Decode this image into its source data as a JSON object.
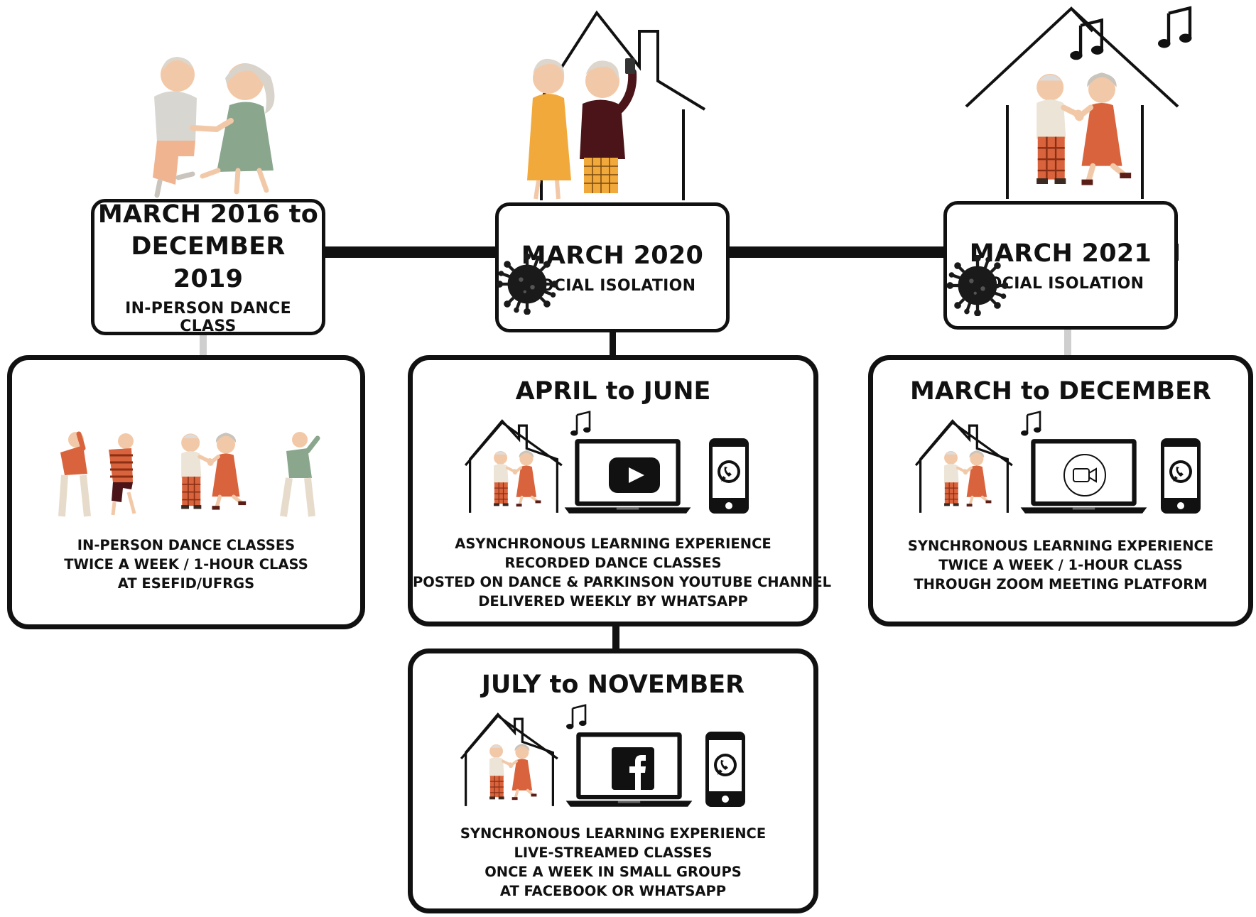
{
  "timeline": [
    {
      "title_lines": [
        "MARCH 2016  to",
        "DECEMBER 2019"
      ],
      "subtitle": "IN-PERSON DANCE CLASS"
    },
    {
      "title_lines": [
        "MARCH 2020"
      ],
      "subtitle": "SOCIAL ISOLATION"
    },
    {
      "title_lines": [
        "MARCH 2021"
      ],
      "subtitle": "SOCIAL ISOLATION"
    }
  ],
  "phases": [
    {
      "title": "",
      "lines": [
        "IN-PERSON DANCE CLASSES",
        "TWICE A WEEK / 1-HOUR CLASS",
        "AT ESEFID/UFRGS"
      ]
    },
    {
      "title": "APRIL  to JUNE",
      "platform_icon": "youtube-play-icon",
      "lines": [
        "ASYNCHRONOUS LEARNING EXPERIENCE",
        "RECORDED DANCE CLASSES",
        "POSTED ON DANCE & PARKINSON YOUTUBE CHANNEL",
        "DELIVERED WEEKLY BY WHATSAPP"
      ]
    },
    {
      "title": "JULY to NOVEMBER",
      "platform_icon": "facebook-icon",
      "lines": [
        "SYNCHRONOUS LEARNING EXPERIENCE",
        "LIVE-STREAMED CLASSES",
        "ONCE A WEEK IN SMALL GROUPS",
        "AT FACEBOOK OR WHATSAPP"
      ]
    },
    {
      "title": "MARCH to DECEMBER",
      "platform_icon": "zoom-camera-icon",
      "lines": [
        "SYNCHRONOUS LEARNING EXPERIENCE",
        "TWICE A WEEK / 1-HOUR CLASS",
        "THROUGH ZOOM MEETING PLATFORM"
      ]
    }
  ],
  "colors": {
    "line": "#111111",
    "skin": "#f2c9a8",
    "hair": "#e0dcd6",
    "green": "#8aa78e",
    "orange": "#d9633c",
    "yellow": "#f2a93b",
    "maroon": "#4a1418"
  }
}
